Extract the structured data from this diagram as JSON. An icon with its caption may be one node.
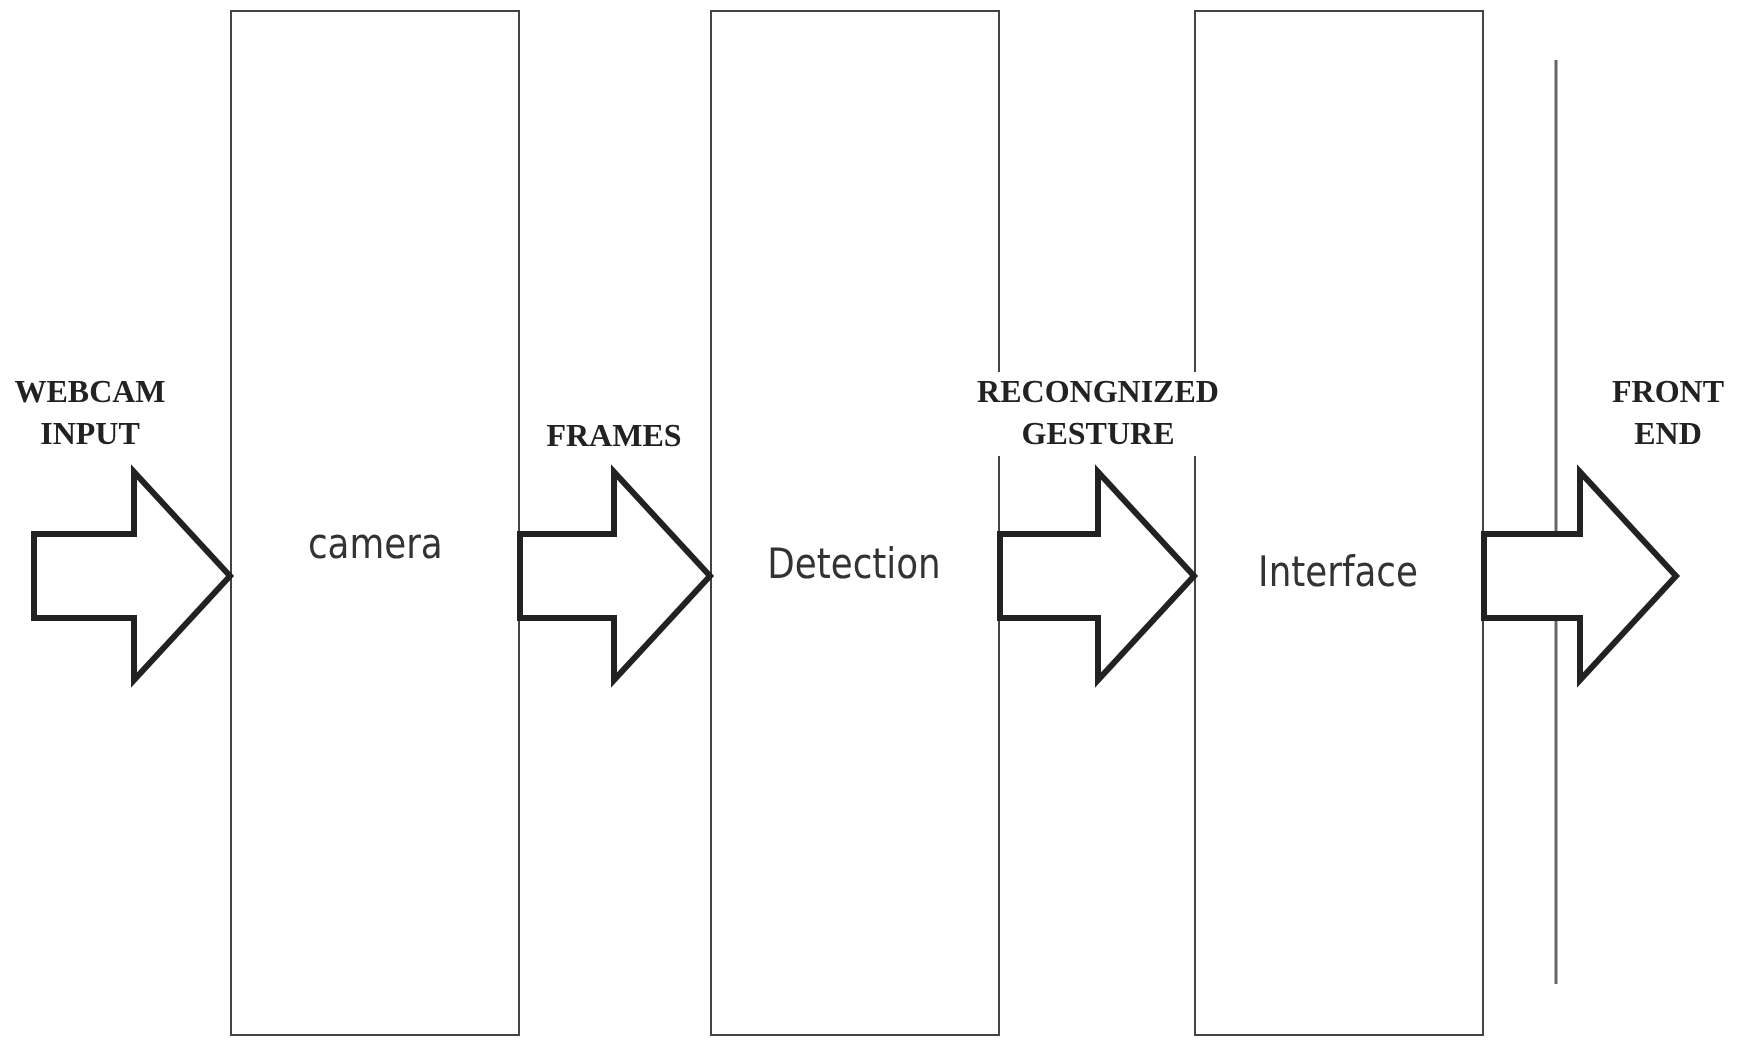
{
  "diagram": {
    "nodes": [
      {
        "text": [
          "camera"
        ]
      },
      {
        "text": [
          "Detection"
        ]
      },
      {
        "text": [
          "Interface"
        ]
      }
    ],
    "edges": [
      {
        "from": null,
        "to": 0,
        "arrow": "to",
        "label": "WEBCAM INPUT"
      },
      {
        "from": 0,
        "to": 1,
        "arrow": "to",
        "label": "FRAMES"
      },
      {
        "from": 1,
        "to": 2,
        "arrow": "to",
        "label": "RECONGNIZED GESTURE"
      },
      {
        "from": 2,
        "to": null,
        "arrow": "to",
        "label": "FRONT END"
      }
    ]
  }
}
